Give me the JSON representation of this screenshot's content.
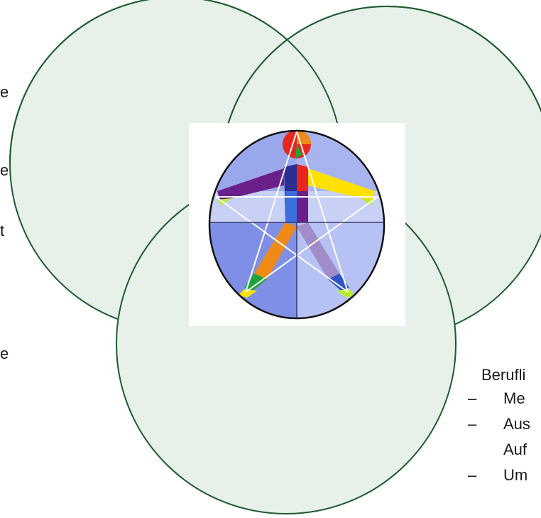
{
  "diagram": {
    "circle_fill": "#e8f0ea",
    "circle_stroke": "#1e5c2f",
    "left_fragments": [
      "e",
      "e",
      "t",
      "e"
    ],
    "bottom_right": {
      "heading": "Berufli",
      "items": [
        "Me",
        "Aus",
        "Auf",
        "Um"
      ]
    }
  },
  "logo": {
    "icon": "pentagram-human-figure-logo",
    "colors": [
      "#e8261c",
      "#f08a16",
      "#ffe100",
      "#20a33a",
      "#2e55c8",
      "#6a1f8a",
      "#b9ee2f"
    ]
  }
}
